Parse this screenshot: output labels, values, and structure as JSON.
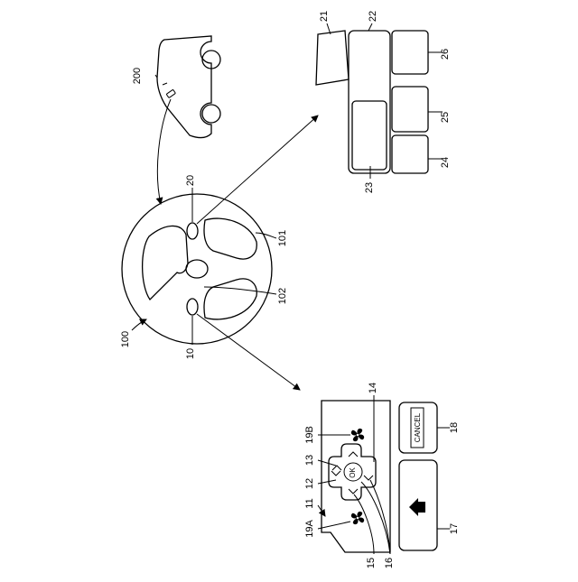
{
  "labels": {
    "ref_200": "200",
    "ref_21": "21",
    "ref_22": "22",
    "ref_26": "26",
    "ref_25": "25",
    "ref_24": "24",
    "ref_23": "23",
    "ref_20": "20",
    "ref_101": "101",
    "ref_102": "102",
    "ref_100": "100",
    "ref_10": "10",
    "ref_14": "14",
    "ref_19B": "19B",
    "ref_13": "13",
    "ref_12": "12",
    "ref_11": "11",
    "ref_19A": "19A",
    "ref_15": "15",
    "ref_16": "16",
    "ref_18": "18",
    "ref_17": "17"
  },
  "buttons": {
    "ok_label": "OK",
    "cancel_label": "CANCEL"
  },
  "icons": {
    "fan_a": "fan-icon",
    "fan_b": "fan-icon",
    "home": "home-icon",
    "arrows": [
      "chevron-up-icon",
      "chevron-down-icon",
      "chevron-left-icon",
      "chevron-right-icon"
    ]
  }
}
